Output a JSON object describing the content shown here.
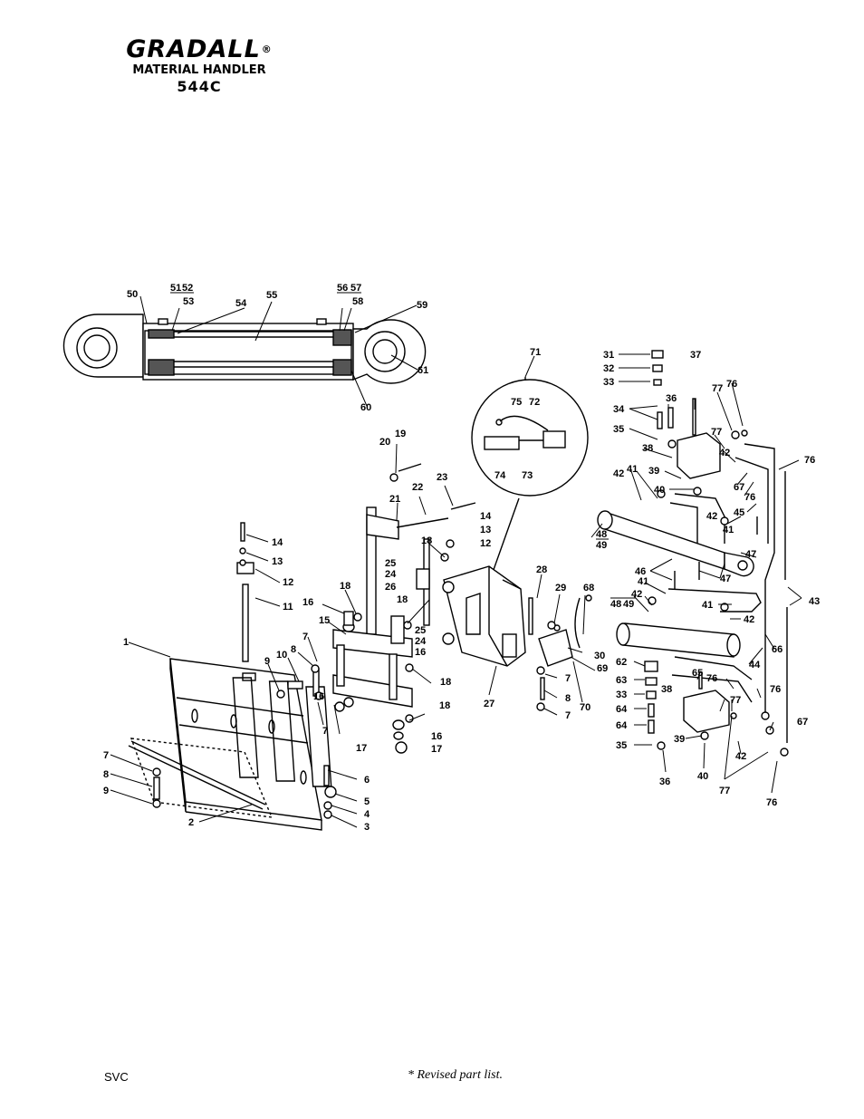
{
  "header": {
    "brand": "GRADALL",
    "registered": "®",
    "subtitle": "MATERIAL HANDLER",
    "model": "544C"
  },
  "footer": {
    "left": "SVC",
    "note": "* Revised part list."
  },
  "callouts": [
    "1",
    "2",
    "3",
    "4",
    "5",
    "6",
    "7",
    "8",
    "9",
    "10",
    "11",
    "12",
    "13",
    "14",
    "15",
    "16",
    "17",
    "18",
    "19",
    "20",
    "21",
    "22",
    "23",
    "24",
    "25",
    "26",
    "27",
    "28",
    "29",
    "30",
    "31",
    "32",
    "33",
    "34",
    "35",
    "36",
    "37",
    "38",
    "39",
    "40",
    "41",
    "42",
    "43",
    "44",
    "45",
    "46",
    "47",
    "48",
    "49",
    "50",
    "51",
    "52",
    "53",
    "54",
    "55",
    "56",
    "57",
    "58",
    "59",
    "60",
    "61",
    "62",
    "63",
    "64",
    "65",
    "66",
    "67",
    "68",
    "69",
    "70",
    "71",
    "72",
    "73",
    "74",
    "75",
    "76",
    "77"
  ]
}
